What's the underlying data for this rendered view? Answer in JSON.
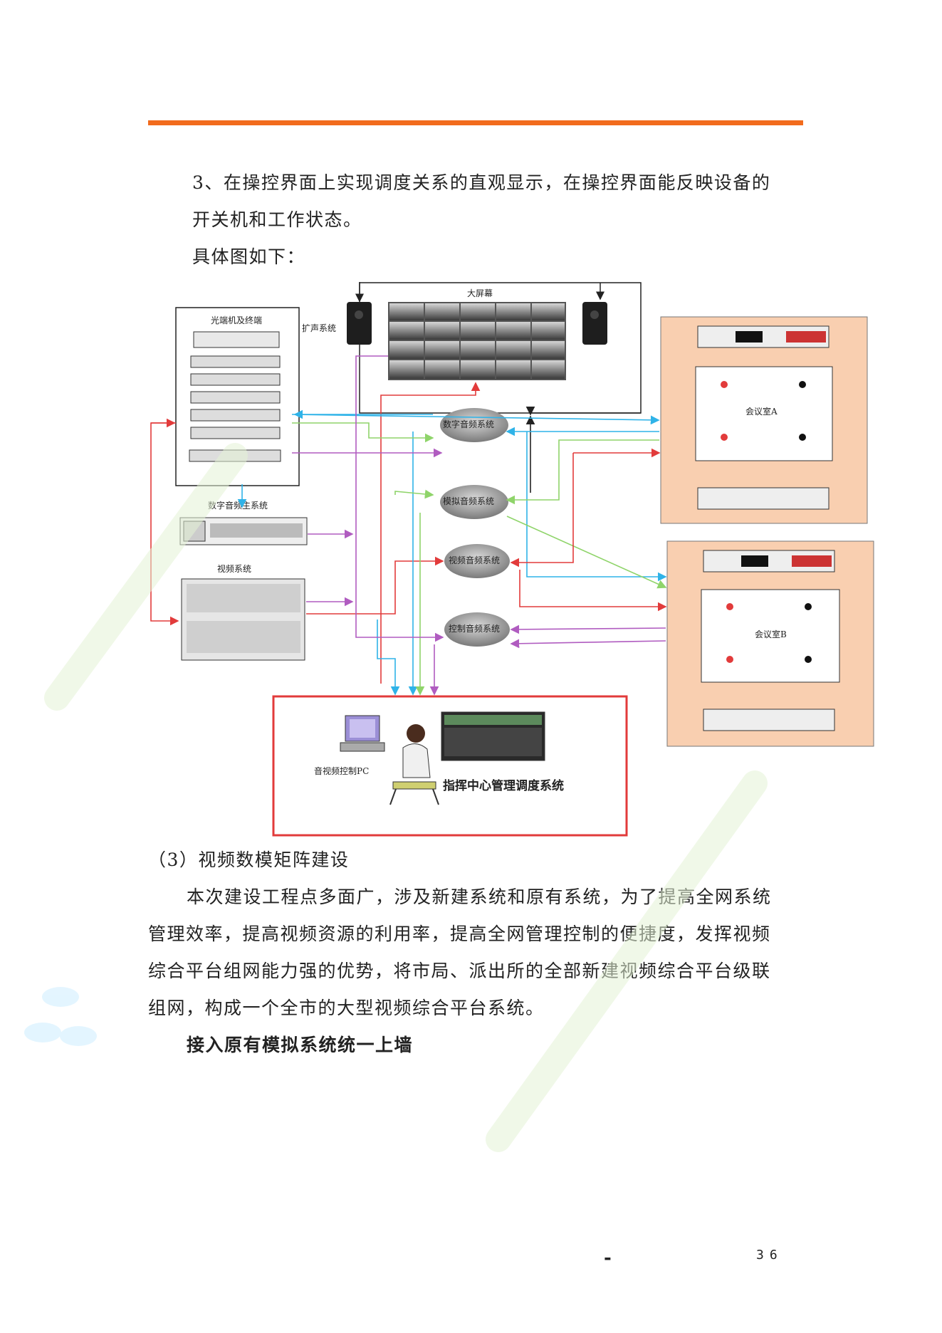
{
  "header": {
    "accent": "#f26b1d"
  },
  "section_text": {
    "line1": "3、在操控界面上实现调度关系的直观显示，在操控界面能反映设备的",
    "line2": "开关机和工作状态。",
    "line3": "具体图如下："
  },
  "diagram": {
    "big_screen": "大屏幕",
    "speaker_system": "扩声系统",
    "optical_terminal": "光端机及终端",
    "digital_audio_host": "数字音频主系统",
    "video_system": "视频系统",
    "cloud_digital": "数字音频系统",
    "cloud_analog": "模拟音频系统",
    "cloud_video": "视频音频系统",
    "cloud_control": "控制音频系统",
    "room_a": "会议室A",
    "room_b": "会议室B",
    "av_pc": "音视频控制PC",
    "command_center": "指挥中心管理调度系统"
  },
  "section3": {
    "heading": "（3）视频数模矩阵建设",
    "p1": "本次建设工程点多面广，涉及新建系统和原有系统，为了提高全网系统",
    "p2": "管理效率，提高视频资源的利用率，提高全网管理控制的便捷度，发挥视频",
    "p3": "综合平台组网能力强的优势，将市局、派出所的全部新建视频综合平台级联",
    "p4": "组网，构成一个全市的大型视频综合平台系统。",
    "bold": "接入原有模拟系统统一上墙"
  },
  "footer": {
    "dash": "-",
    "page": "36"
  },
  "colors": {
    "room_bg": "#f9cfb0",
    "red": "#e23b3b",
    "blue": "#2fb3e8",
    "green": "#8fd46a",
    "purple": "#b05cc0"
  }
}
